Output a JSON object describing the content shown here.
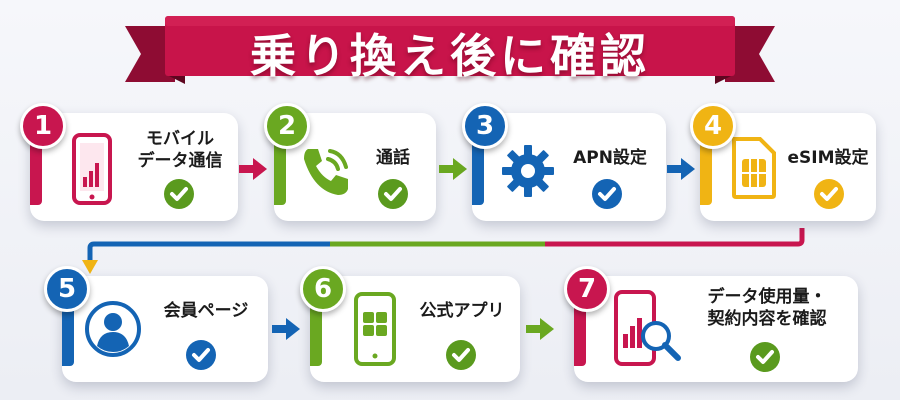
{
  "title": "乗り換え後に確認",
  "colors": {
    "ribbon": "#c8144a",
    "red": "#c8164f",
    "green": "#6aa821",
    "blue": "#1464b4",
    "yellow": "#f0b414",
    "check": "#5a9a1e"
  },
  "steps": [
    {
      "number": "1",
      "label_lines": [
        "モバイル",
        "データ通信"
      ],
      "icon": "smartphone-signal-icon",
      "color": "red",
      "checked": true
    },
    {
      "number": "2",
      "label_lines": [
        "通話"
      ],
      "icon": "phone-call-icon",
      "color": "green",
      "checked": true
    },
    {
      "number": "3",
      "label_lines": [
        "APN設定"
      ],
      "icon": "gear-icon",
      "color": "blue",
      "checked": true
    },
    {
      "number": "4",
      "label_lines": [
        "eSIM設定"
      ],
      "icon": "sim-card-icon",
      "color": "yellow",
      "checked": true
    },
    {
      "number": "5",
      "label_lines": [
        "会員ページ"
      ],
      "icon": "user-account-icon",
      "color": "blue",
      "checked": true
    },
    {
      "number": "6",
      "label_lines": [
        "公式アプリ"
      ],
      "icon": "smartphone-app-icon",
      "color": "green",
      "checked": true
    },
    {
      "number": "7",
      "label_lines": [
        "データ使用量・",
        "契約内容を確認"
      ],
      "icon": "usage-search-icon",
      "color": "red",
      "checked": true
    }
  ]
}
